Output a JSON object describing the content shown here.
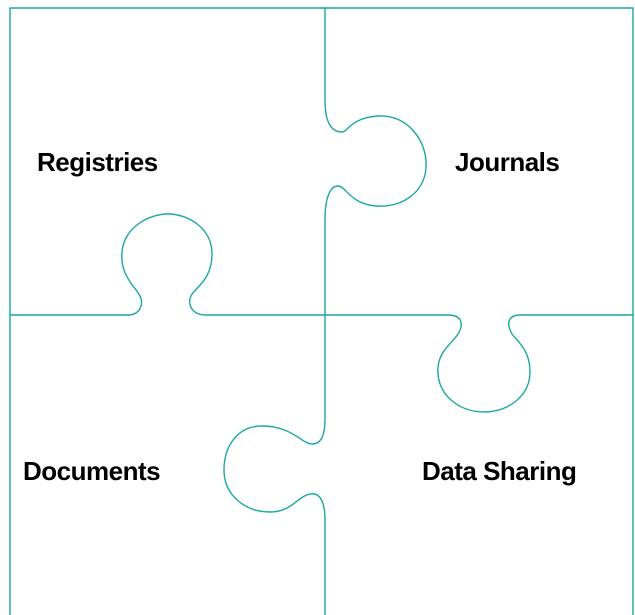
{
  "colors": {
    "outline": "#1aa9a0",
    "text": "#000000",
    "background": "#ffffff"
  },
  "pieces": {
    "top_left": {
      "label": "Registries"
    },
    "top_right": {
      "label": "Journals"
    },
    "bottom_left": {
      "label": "Documents"
    },
    "bottom_right": {
      "label": "Data Sharing"
    }
  }
}
